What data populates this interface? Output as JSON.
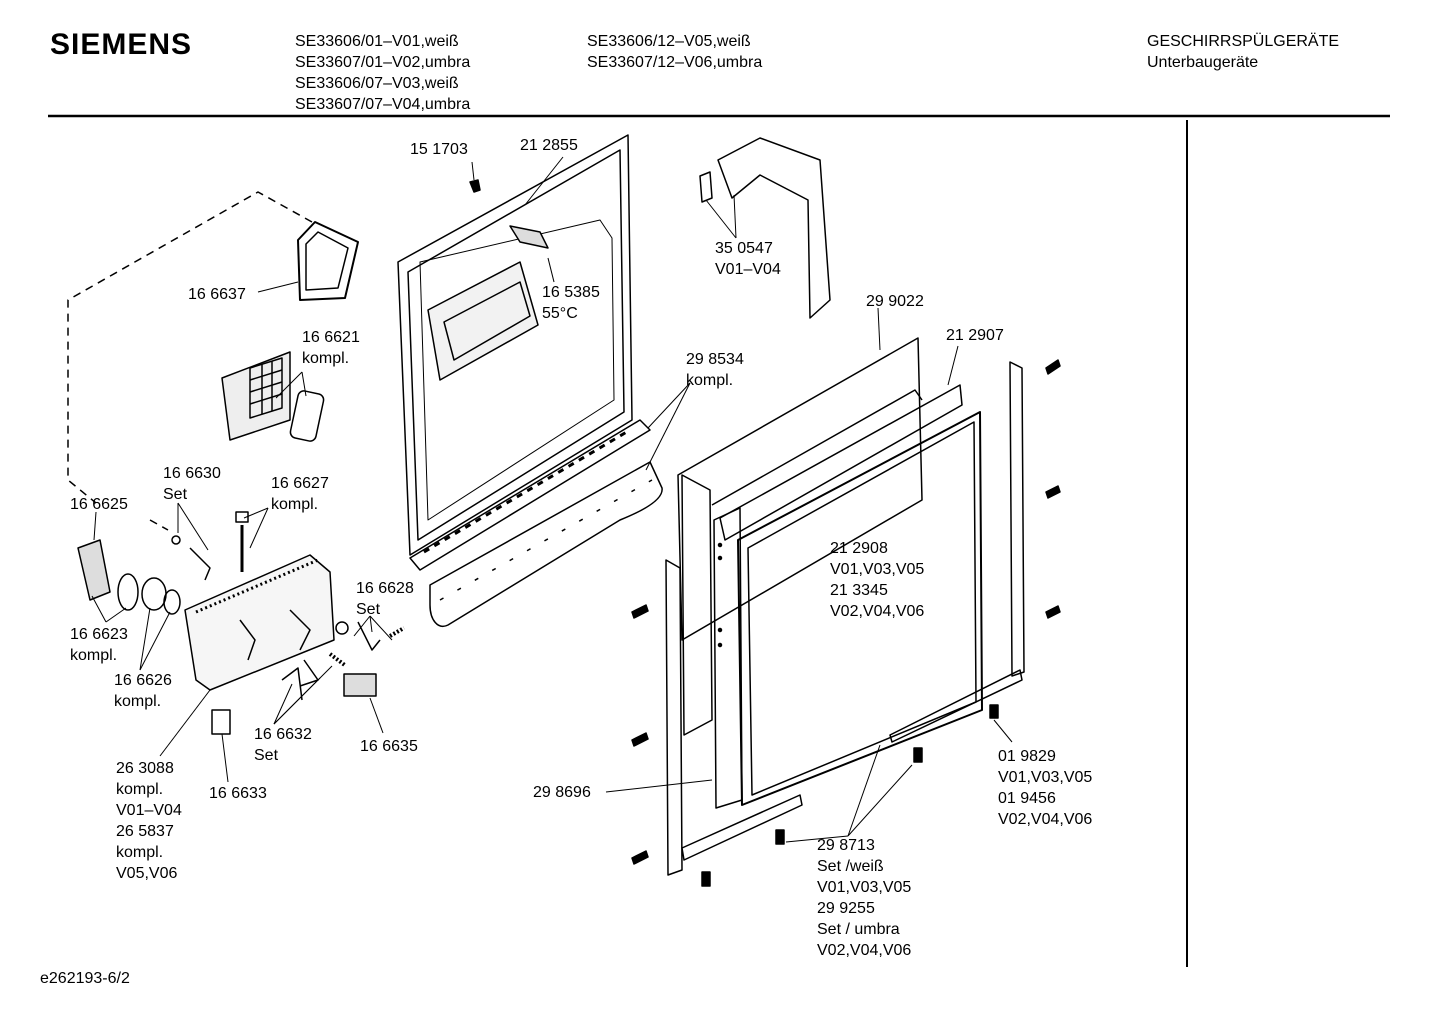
{
  "header": {
    "brand": "SIEMENS",
    "models_col1": [
      "SE33606/01–V01,weiß",
      "SE33607/01–V02,umbra",
      "SE33606/07–V03,weiß",
      "SE33607/07–V04,umbra"
    ],
    "models_col2": [
      "SE33606/12–V05,weiß",
      "SE33607/12–V06,umbra"
    ],
    "category": [
      "GESCHIRRSPÜLGERÄTE",
      "Unterbaugeräte"
    ]
  },
  "footer": {
    "doc_id": "e262193-6/2"
  },
  "labels": [
    {
      "id": "p151703",
      "lines": [
        "15 1703"
      ]
    },
    {
      "id": "p212855",
      "lines": [
        "21 2855"
      ]
    },
    {
      "id": "p350547",
      "lines": [
        "35 0547",
        "V01–V04"
      ]
    },
    {
      "id": "p166637",
      "lines": [
        "16 6637"
      ]
    },
    {
      "id": "p165385",
      "lines": [
        "16 5385",
        "55°C"
      ]
    },
    {
      "id": "p166621",
      "lines": [
        "16 6621",
        "kompl."
      ]
    },
    {
      "id": "p299022",
      "lines": [
        "29 9022"
      ]
    },
    {
      "id": "p212907",
      "lines": [
        "21 2907"
      ]
    },
    {
      "id": "p298534",
      "lines": [
        "29 8534",
        "kompl."
      ]
    },
    {
      "id": "p166630",
      "lines": [
        "16 6630",
        "Set"
      ]
    },
    {
      "id": "p166627",
      "lines": [
        "16 6627",
        "kompl."
      ]
    },
    {
      "id": "p166625",
      "lines": [
        "16 6625"
      ]
    },
    {
      "id": "p166628",
      "lines": [
        "16 6628",
        "Set"
      ]
    },
    {
      "id": "p212908",
      "lines": [
        "21 2908",
        "V01,V03,V05",
        "21 3345",
        "V02,V04,V06"
      ]
    },
    {
      "id": "p166623",
      "lines": [
        "16 6623",
        "kompl."
      ]
    },
    {
      "id": "p166626",
      "lines": [
        "16 6626",
        "kompl."
      ]
    },
    {
      "id": "p166632",
      "lines": [
        "16 6632",
        "Set"
      ]
    },
    {
      "id": "p166635",
      "lines": [
        "16 6635"
      ]
    },
    {
      "id": "p019829",
      "lines": [
        "01 9829",
        "V01,V03,V05",
        "01 9456",
        "V02,V04,V06"
      ]
    },
    {
      "id": "p263088",
      "lines": [
        "26 3088",
        "kompl.",
        "V01–V04",
        "26 5837",
        "kompl.",
        "V05,V06"
      ]
    },
    {
      "id": "p166633",
      "lines": [
        "16 6633"
      ]
    },
    {
      "id": "p298696",
      "lines": [
        "29 8696"
      ]
    },
    {
      "id": "p298713",
      "lines": [
        "29 8713",
        "Set /weiß",
        "V01,V03,V05",
        "29 9255",
        "Set / umbra",
        "V02,V04,V06"
      ]
    }
  ]
}
